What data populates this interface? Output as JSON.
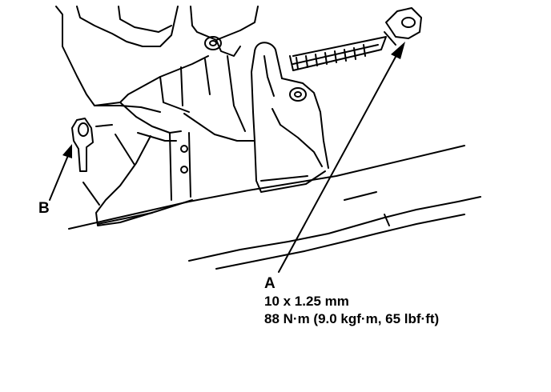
{
  "callouts": {
    "a": {
      "letter": "A",
      "size": "10 x 1.25 mm",
      "torque": "88 N·m (9.0 kgf·m, 65 lbf·ft)"
    },
    "b": {
      "letter": "B"
    }
  },
  "colors": {
    "ink": "#000000",
    "paper": "#ffffff"
  }
}
